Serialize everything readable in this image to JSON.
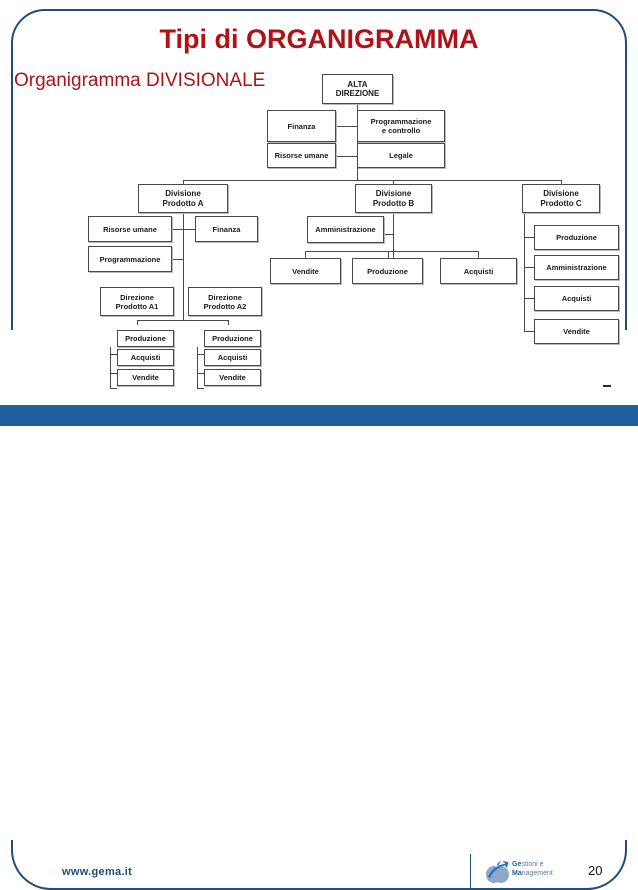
{
  "slide": {
    "title": "Tipi di ORGANIGRAMMA",
    "subtitle": "Organigramma DIVISIONALE",
    "title_color": "#b01217",
    "frame_color": "#1f4e79",
    "accent_bar_color": "#1f5fa0",
    "page_number": "20"
  },
  "footer": {
    "url": "www.gema.it",
    "logo_line1_bold": "Ge",
    "logo_line1_rest": "stioni e",
    "logo_line2_bold": "Ma",
    "logo_line2_rest": "nagement",
    "logo_alt": "gema-logo"
  },
  "chart_data": {
    "type": "diagram",
    "title": "Organigramma DIVISIONALE",
    "nodes": [
      {
        "id": "top",
        "label": "ALTA\nDIREZIONE",
        "line1": "ALTA",
        "line2": "DIREZIONE",
        "level": 0
      },
      {
        "id": "staff1",
        "label": "Finanza",
        "line1": "Finanza",
        "line2": "",
        "level": 1
      },
      {
        "id": "staff2",
        "label": "Programmazione e controllo",
        "line1": "Programmazione",
        "line2": "e controllo",
        "level": 1
      },
      {
        "id": "staff3",
        "label": "Risorse umane",
        "line1": "Risorse umane",
        "line2": "",
        "level": 1
      },
      {
        "id": "staff4",
        "label": "Legale",
        "line1": "Legale",
        "line2": "",
        "level": 1
      },
      {
        "id": "divA",
        "label": "Divisione Prodotto A",
        "line1": "Divisione",
        "line2": "Prodotto A",
        "level": 2
      },
      {
        "id": "divB",
        "label": "Divisione Prodotto B",
        "line1": "Divisione",
        "line2": "Prodotto B",
        "level": 2
      },
      {
        "id": "divC",
        "label": "Divisione Prodotto C",
        "line1": "Divisione",
        "line2": "Prodotto C",
        "level": 2
      },
      {
        "id": "a-ru",
        "label": "Risorse umane",
        "line1": "Risorse umane",
        "line2": "",
        "level": 3
      },
      {
        "id": "a-fin",
        "label": "Finanza",
        "line1": "Finanza",
        "line2": "",
        "level": 3
      },
      {
        "id": "a-prog",
        "label": "Programmazione",
        "line1": "Programmazione",
        "line2": "",
        "level": 3
      },
      {
        "id": "a1",
        "label": "Direzione Prodotto A1",
        "line1": "Direzione",
        "line2": "Prodotto A1",
        "level": 4
      },
      {
        "id": "a2",
        "label": "Direzione Prodotto A2",
        "line1": "Direzione",
        "line2": "Prodotto A2",
        "level": 4
      },
      {
        "id": "a1-prod",
        "label": "Produzione",
        "line1": "Produzione",
        "line2": "",
        "level": 5
      },
      {
        "id": "a1-acq",
        "label": "Acquisti",
        "line1": "Acquisti",
        "line2": "",
        "level": 5
      },
      {
        "id": "a1-ven",
        "label": "Vendite",
        "line1": "Vendite",
        "line2": "",
        "level": 5
      },
      {
        "id": "a2-prod",
        "label": "Produzione",
        "line1": "Produzione",
        "line2": "",
        "level": 5
      },
      {
        "id": "a2-acq",
        "label": "Acquisti",
        "line1": "Acquisti",
        "line2": "",
        "level": 5
      },
      {
        "id": "a2-ven",
        "label": "Vendite",
        "line1": "Vendite",
        "line2": "",
        "level": 5
      },
      {
        "id": "b-amm",
        "label": "Amministrazione",
        "line1": "Amministrazione",
        "line2": "",
        "level": 3
      },
      {
        "id": "b-ven",
        "label": "Vendite",
        "line1": "Vendite",
        "line2": "",
        "level": 4
      },
      {
        "id": "b-prod",
        "label": "Produzione",
        "line1": "Produzione",
        "line2": "",
        "level": 4
      },
      {
        "id": "b-acq",
        "label": "Acquisti",
        "line1": "Acquisti",
        "line2": "",
        "level": 4
      },
      {
        "id": "c-prod",
        "label": "Produzione",
        "line1": "Produzione",
        "line2": "",
        "level": 3
      },
      {
        "id": "c-amm",
        "label": "Amministrazione",
        "line1": "Amministrazione",
        "line2": "",
        "level": 3
      },
      {
        "id": "c-acq",
        "label": "Acquisti",
        "line1": "Acquisti",
        "line2": "",
        "level": 3
      },
      {
        "id": "c-ven",
        "label": "Vendite",
        "line1": "Vendite",
        "line2": "",
        "level": 3
      }
    ],
    "edges": [
      [
        "top",
        "staff1"
      ],
      [
        "top",
        "staff2"
      ],
      [
        "top",
        "staff3"
      ],
      [
        "top",
        "staff4"
      ],
      [
        "top",
        "divA"
      ],
      [
        "top",
        "divB"
      ],
      [
        "top",
        "divC"
      ],
      [
        "divA",
        "a-ru"
      ],
      [
        "divA",
        "a-fin"
      ],
      [
        "divA",
        "a-prog"
      ],
      [
        "divA",
        "a1"
      ],
      [
        "divA",
        "a2"
      ],
      [
        "a1",
        "a1-prod"
      ],
      [
        "a1",
        "a1-acq"
      ],
      [
        "a1",
        "a1-ven"
      ],
      [
        "a2",
        "a2-prod"
      ],
      [
        "a2",
        "a2-acq"
      ],
      [
        "a2",
        "a2-ven"
      ],
      [
        "divB",
        "b-amm"
      ],
      [
        "divB",
        "b-ven"
      ],
      [
        "divB",
        "b-prod"
      ],
      [
        "divB",
        "b-acq"
      ],
      [
        "divC",
        "c-prod"
      ],
      [
        "divC",
        "c-amm"
      ],
      [
        "divC",
        "c-acq"
      ],
      [
        "divC",
        "c-ven"
      ]
    ]
  }
}
